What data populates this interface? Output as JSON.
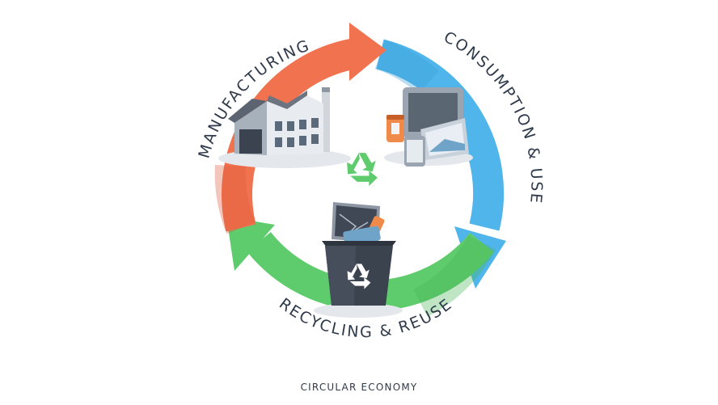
{
  "diagram": {
    "stages": [
      {
        "label": "MANUFACTURING",
        "color": "#f0724f",
        "icon": "factory-icon"
      },
      {
        "label": "CONSUMPTION & USE",
        "color": "#4fb5ea",
        "icon": "devices-icon"
      },
      {
        "label": "RECYCLING & REUSE",
        "color": "#5ecb6c",
        "icon": "recycle-bin-icon"
      }
    ],
    "center_icon": "recycle-symbol-icon",
    "caption": "CIRCULAR ECONOMY"
  }
}
